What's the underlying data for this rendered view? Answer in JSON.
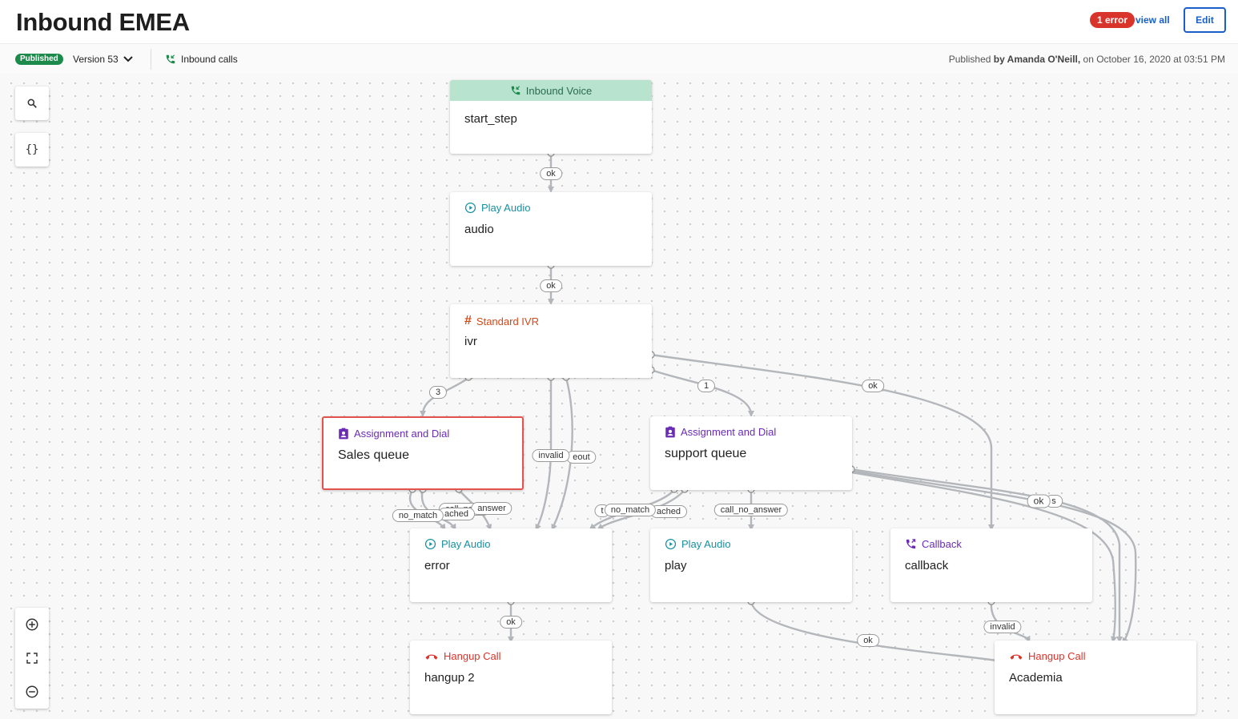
{
  "header": {
    "title": "Inbound EMEA",
    "error_badge": "1 error",
    "view_all": "view all",
    "edit_label": "Edit"
  },
  "subbar": {
    "status": "Published",
    "version": "Version 53",
    "flow_type": "Inbound calls",
    "published_prefix": "Published ",
    "published_by": "by Amanda O'Neill,",
    "published_date": " on October 16, 2020 at 03:51 PM"
  },
  "tools": {
    "search_icon": "search-icon",
    "variables_label": "{}"
  },
  "nodes": {
    "start": {
      "type": "Inbound Voice",
      "name": "start_step"
    },
    "audio": {
      "type": "Play Audio",
      "name": "audio"
    },
    "ivr": {
      "type": "Standard IVR",
      "name": "ivr"
    },
    "sales": {
      "type": "Assignment and Dial",
      "name": "Sales queue"
    },
    "support": {
      "type": "Assignment and Dial",
      "name": "support queue"
    },
    "error": {
      "type": "Play Audio",
      "name": "error"
    },
    "play": {
      "type": "Play Audio",
      "name": "play"
    },
    "callback": {
      "type": "Callback",
      "name": "callback"
    },
    "hangup2": {
      "type": "Hangup Call",
      "name": "hangup 2"
    },
    "academia": {
      "type": "Hangup Call",
      "name": "Academia"
    }
  },
  "edge_labels": {
    "start_ok": "ok",
    "audio_ok": "ok",
    "ivr_3": "3",
    "ivr_invalid": "invalid",
    "ivr_timeout": "eout",
    "ivr_1": "1",
    "ivr_ok": "ok",
    "sales_call_no_answer": "call_no_answer",
    "sales_answer": "answer",
    "sales_reached": "ached",
    "sales_no_match": "no_match",
    "support_t": "t",
    "support_no_match": "no_match",
    "support_reached": "ached",
    "support_call_no_answer": "call_no_answer",
    "support_ok": "ok",
    "support_s": "s",
    "error_ok": "ok",
    "play_ok": "ok",
    "callback_invalid": "invalid"
  },
  "colors": {
    "primary": "#1a5fc8",
    "error": "#d9342b",
    "published": "#1b8a4a",
    "trigger_header": "#b8e3cf",
    "edge": "#b3b6ba"
  }
}
